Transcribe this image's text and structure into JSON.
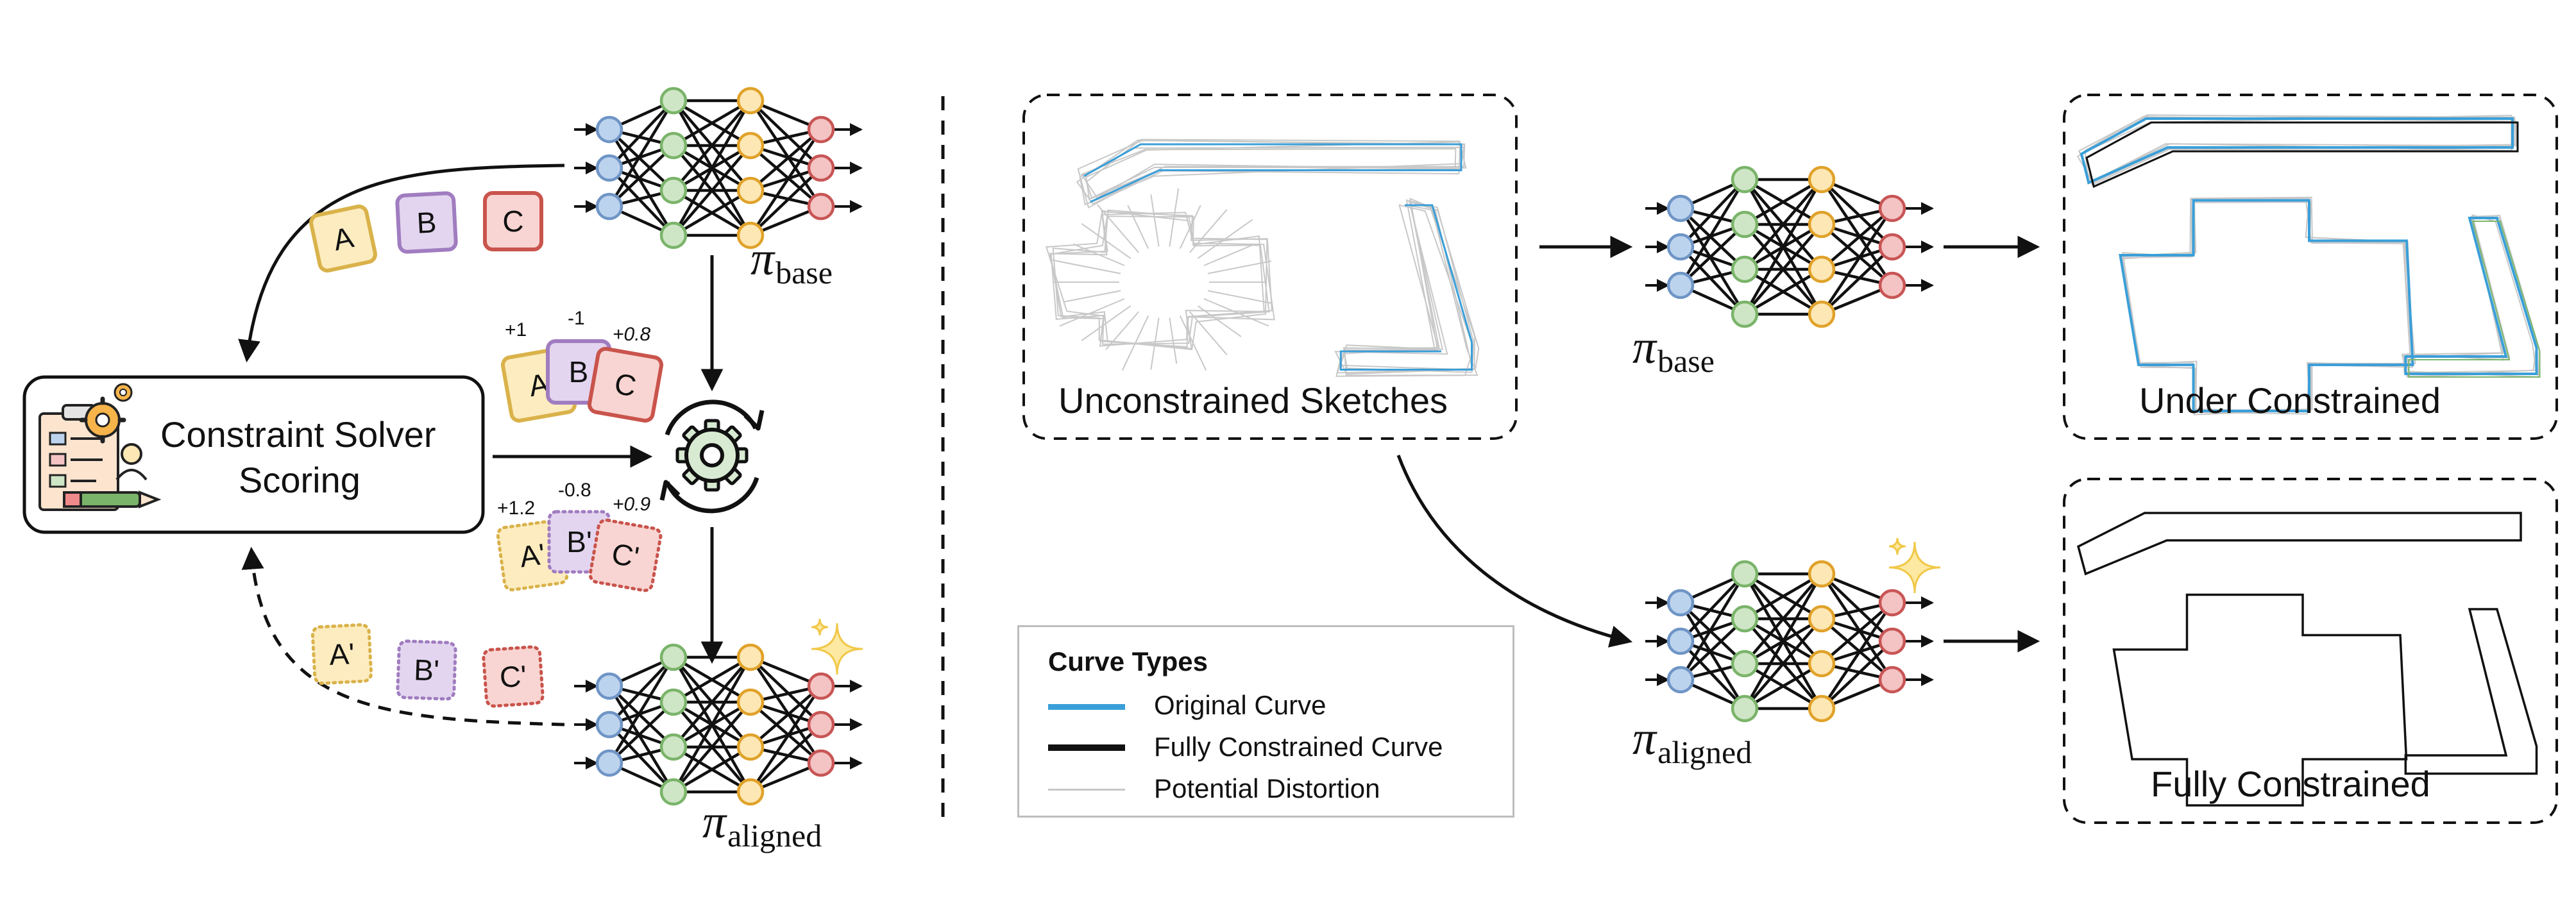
{
  "left_panel": {
    "solver_label_line1": "Constraint Solver",
    "solver_label_line2": "Scoring",
    "pi_symbol": "π",
    "base_sub": "base",
    "aligned_sub": "aligned",
    "cards_initial": [
      "A",
      "B",
      "C"
    ],
    "cards_scored": [
      "A",
      "B",
      "C"
    ],
    "scores_top": [
      "+1",
      "-1",
      "+0.8"
    ],
    "cards_aligned_scored": [
      "A'",
      "B'",
      "C'"
    ],
    "scores_bottom": [
      "+1.2",
      "-0.8",
      "+0.9"
    ],
    "cards_aligned": [
      "A'",
      "B'",
      "C'"
    ]
  },
  "right_panel": {
    "unconstrained_label": "Unconstrained Sketches",
    "under_label": "Under Constrained",
    "fully_label": "Fully Constrained"
  },
  "legend": {
    "title": "Curve Types",
    "items": [
      {
        "label": "Original Curve",
        "color": "#3a9fd8"
      },
      {
        "label": "Fully Constrained Curve",
        "color": "#111111"
      },
      {
        "label": "Potential Distortion",
        "color": "#c8c8c8"
      }
    ]
  },
  "colors": {
    "input_node": "#bcd3ee",
    "input_edge": "#6f95c6",
    "hidden1_node": "#cfe6c6",
    "hidden1_edge": "#7ab46a",
    "hidden2_node": "#fde7b4",
    "hidden2_edge": "#e0a22a",
    "output_node": "#f4c3c3",
    "output_edge": "#c85555",
    "card_a_fill": "#fcecc0",
    "card_a_edge": "#d9b24a",
    "card_b_fill": "#e3d5ef",
    "card_b_edge": "#a07cc0",
    "card_c_fill": "#f8d5d2",
    "card_c_edge": "#c9544c",
    "original_curve": "#3a9fd8",
    "distortion": "#c8c8c8",
    "sparkle": "#fde9a2"
  }
}
